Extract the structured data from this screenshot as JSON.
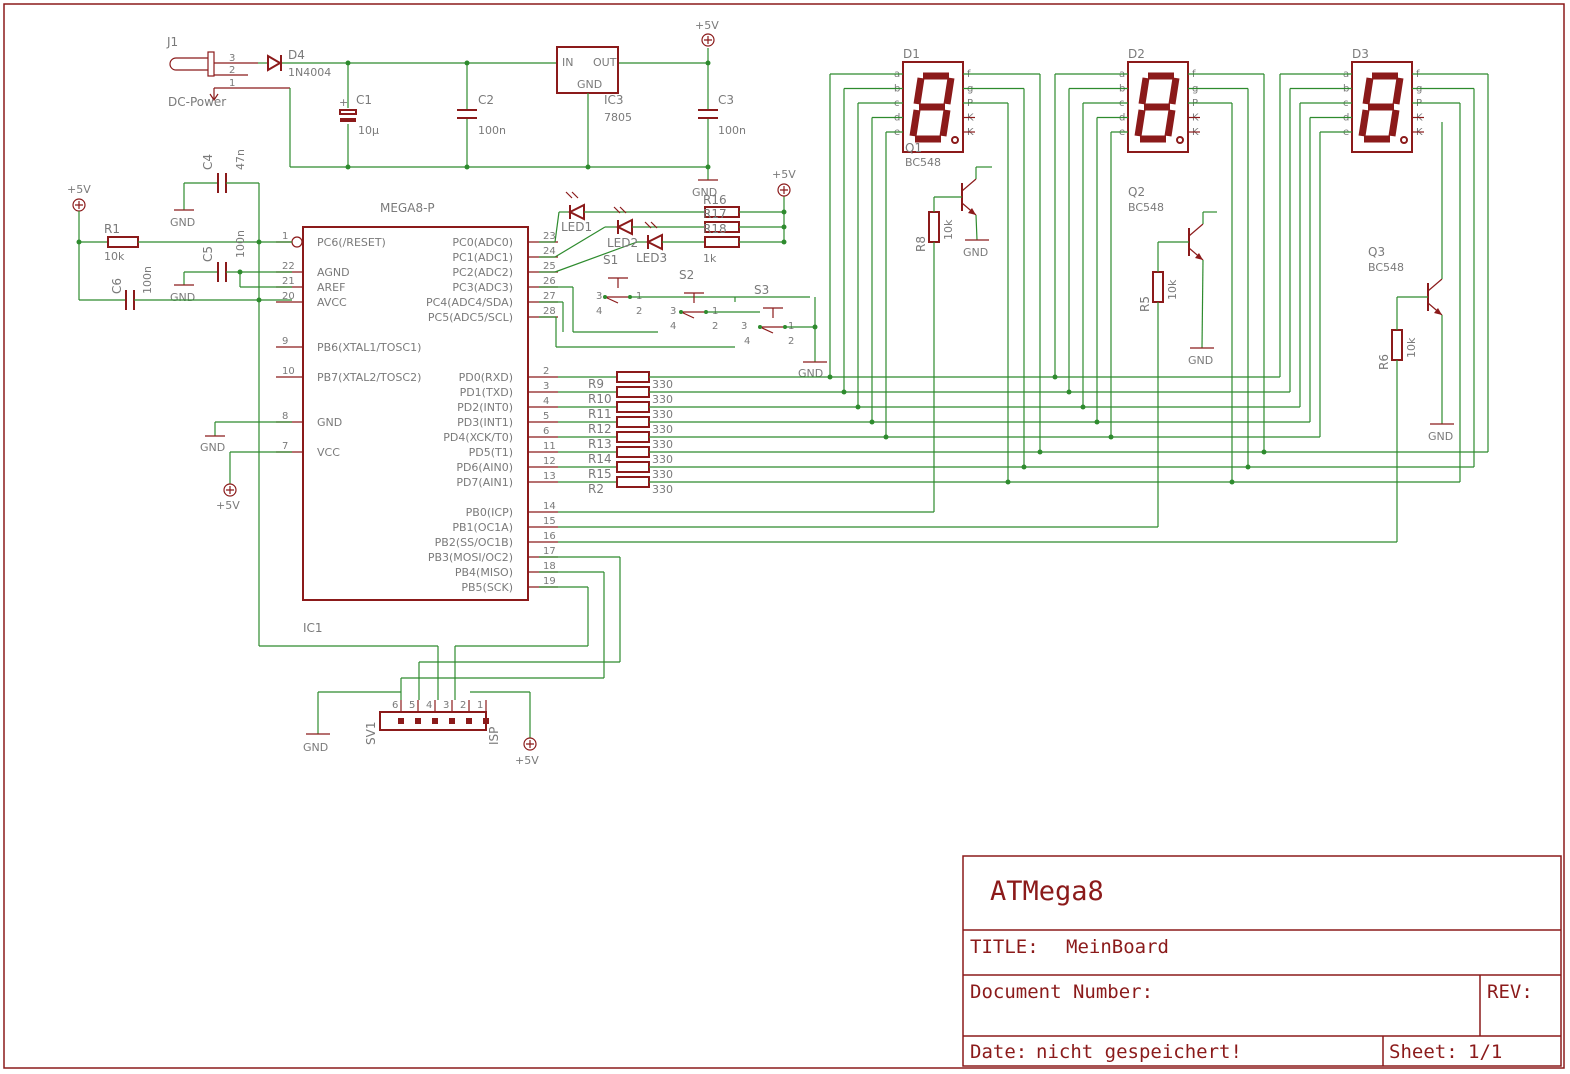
{
  "title_block": {
    "project": "ATMega8",
    "title_label": "TITLE:",
    "title_value": "MeinBoard",
    "docnum_label": "Document Number:",
    "rev_label": "REV:",
    "date_label": "Date:",
    "date_value": "nicht gespeichert!",
    "sheet_label": "Sheet:",
    "sheet_value": "1/1"
  },
  "power": {
    "j1": "J1",
    "j1_type": "DC-Power",
    "d4": "D4",
    "d4_val": "1N4004",
    "c1": "C1",
    "c1_val": "10µ",
    "c2": "C2",
    "c2_val": "100n",
    "ic3": "IC3",
    "ic3_val": "7805",
    "ic3_in": "IN",
    "ic3_out": "OUT",
    "ic3_gnd": "GND",
    "c3": "C3",
    "c3_val": "100n",
    "vcc": "+5V",
    "gnd": "GND"
  },
  "mcu": {
    "name": "MEGA8-P",
    "ref": "IC1",
    "left_pins": [
      {
        "num": "1",
        "name": "PC6(/RESET)"
      },
      {
        "num": "22",
        "name": "AGND"
      },
      {
        "num": "21",
        "name": "AREF"
      },
      {
        "num": "20",
        "name": "AVCC"
      },
      {
        "num": "9",
        "name": "PB6(XTAL1/TOSC1)"
      },
      {
        "num": "10",
        "name": "PB7(XTAL2/TOSC2)"
      },
      {
        "num": "8",
        "name": "GND"
      },
      {
        "num": "7",
        "name": "VCC"
      }
    ],
    "right_pins": [
      {
        "num": "23",
        "name": "PC0(ADC0)"
      },
      {
        "num": "24",
        "name": "PC1(ADC1)"
      },
      {
        "num": "25",
        "name": "PC2(ADC2)"
      },
      {
        "num": "26",
        "name": "PC3(ADC3)"
      },
      {
        "num": "27",
        "name": "PC4(ADC4/SDA)"
      },
      {
        "num": "28",
        "name": "PC5(ADC5/SCL)"
      },
      {
        "num": "2",
        "name": "PD0(RXD)"
      },
      {
        "num": "3",
        "name": "PD1(TXD)"
      },
      {
        "num": "4",
        "name": "PD2(INT0)"
      },
      {
        "num": "5",
        "name": "PD3(INT1)"
      },
      {
        "num": "6",
        "name": "PD4(XCK/T0)"
      },
      {
        "num": "11",
        "name": "PD5(T1)"
      },
      {
        "num": "12",
        "name": "PD6(AIN0)"
      },
      {
        "num": "13",
        "name": "PD7(AIN1)"
      },
      {
        "num": "14",
        "name": "PB0(ICP)"
      },
      {
        "num": "15",
        "name": "PB1(OC1A)"
      },
      {
        "num": "16",
        "name": "PB2(SS/OC1B)"
      },
      {
        "num": "17",
        "name": "PB3(MOSI/OC2)"
      },
      {
        "num": "18",
        "name": "PB4(MISO)"
      },
      {
        "num": "19",
        "name": "PB5(SCK)"
      }
    ]
  },
  "passives": {
    "r1": "R1",
    "r1_val": "10k",
    "c4": "C4",
    "c4_val": "47n",
    "c5": "C5",
    "c5_val": "100n",
    "c6": "C6",
    "c6_val": "100n",
    "seg_resistors": [
      "R9",
      "R10",
      "R11",
      "R12",
      "R13",
      "R14",
      "R15",
      "R2"
    ],
    "seg_res_val": "330",
    "led_resistors": [
      "R16",
      "R17",
      "R18"
    ],
    "led_res_val": "1k",
    "leds": [
      "LED1",
      "LED2",
      "LED3"
    ],
    "switches": [
      "S1",
      "S2",
      "S3"
    ],
    "base_resistors": [
      "R8",
      "R5",
      "R6"
    ],
    "base_res_val": "10k"
  },
  "displays": {
    "refs": [
      "D1",
      "D2",
      "D3"
    ],
    "left_pins": [
      "a",
      "b",
      "c",
      "d",
      "e"
    ],
    "right_pins": [
      "f",
      "g",
      "P",
      "K",
      "K"
    ]
  },
  "transistors": {
    "refs": [
      "Q1",
      "Q2",
      "Q3"
    ],
    "type": "BC548"
  },
  "isp": {
    "ref": "SV1",
    "label": "ISP",
    "pins": [
      "6",
      "5",
      "4",
      "3",
      "2",
      "1"
    ]
  }
}
